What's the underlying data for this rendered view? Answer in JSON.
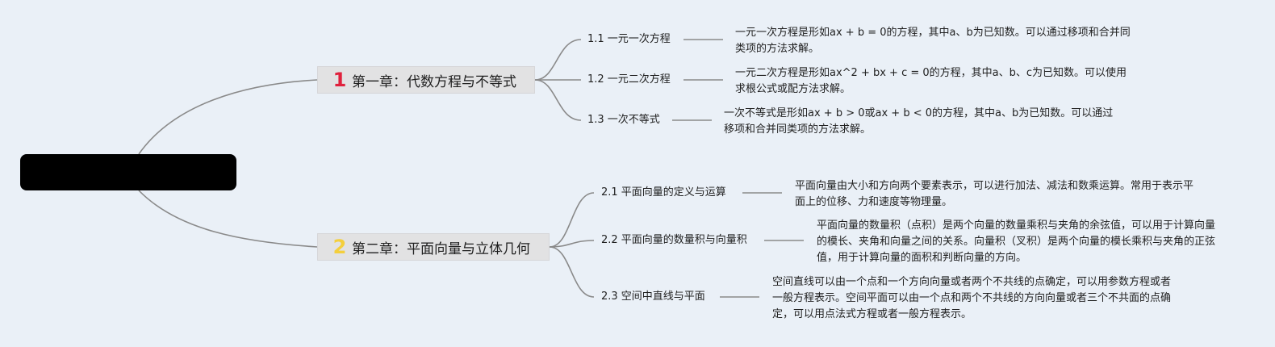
{
  "root": {
    "title": ""
  },
  "chapters": [
    {
      "num": "1",
      "title": "第一章：代数方程与不等式",
      "sections": [
        {
          "label": "1.1 一元一次方程",
          "desc": "一元一次方程是形如ax + b = 0的方程，其中a、b为已知数。可以通过移项和合并同类项的方法求解。"
        },
        {
          "label": "1.2 一元二次方程",
          "desc": "一元二次方程是形如ax^2 + bx + c = 0的方程，其中a、b、c为已知数。可以使用求根公式或配方法求解。"
        },
        {
          "label": "1.3 一次不等式",
          "desc": "一次不等式是形如ax + b > 0或ax + b < 0的方程，其中a、b为已知数。可以通过移项和合并同类项的方法求解。"
        }
      ]
    },
    {
      "num": "2",
      "title": "第二章：平面向量与立体几何",
      "sections": [
        {
          "label": "2.1 平面向量的定义与运算",
          "desc": "平面向量由大小和方向两个要素表示，可以进行加法、减法和数乘运算。常用于表示平面上的位移、力和速度等物理量。"
        },
        {
          "label": "2.2 平面向量的数量积与向量积",
          "desc": "平面向量的数量积（点积）是两个向量的数量乘积与夹角的余弦值，可以用于计算向量的模长、夹角和向量之间的关系。向量积（叉积）是两个向量的模长乘积与夹角的正弦值，用于计算向量的面积和判断向量的方向。"
        },
        {
          "label": "2.3 空间中直线与平面",
          "desc": "空间直线可以由一个点和一个方向向量或者两个不共线的点确定，可以用参数方程或者一般方程表示。空间平面可以由一个点和两个不共线的方向向量或者三个不共面的点确定，可以用点法式方程或者一般方程表示。"
        }
      ]
    }
  ],
  "colors": {
    "background": "#eaf0f7",
    "connector": "#8a8a8a",
    "chapter_fill": "#e2e2e3",
    "chapter1_number": "#e0213d",
    "chapter2_number": "#f4cf3c",
    "root_fill": "#000000"
  }
}
